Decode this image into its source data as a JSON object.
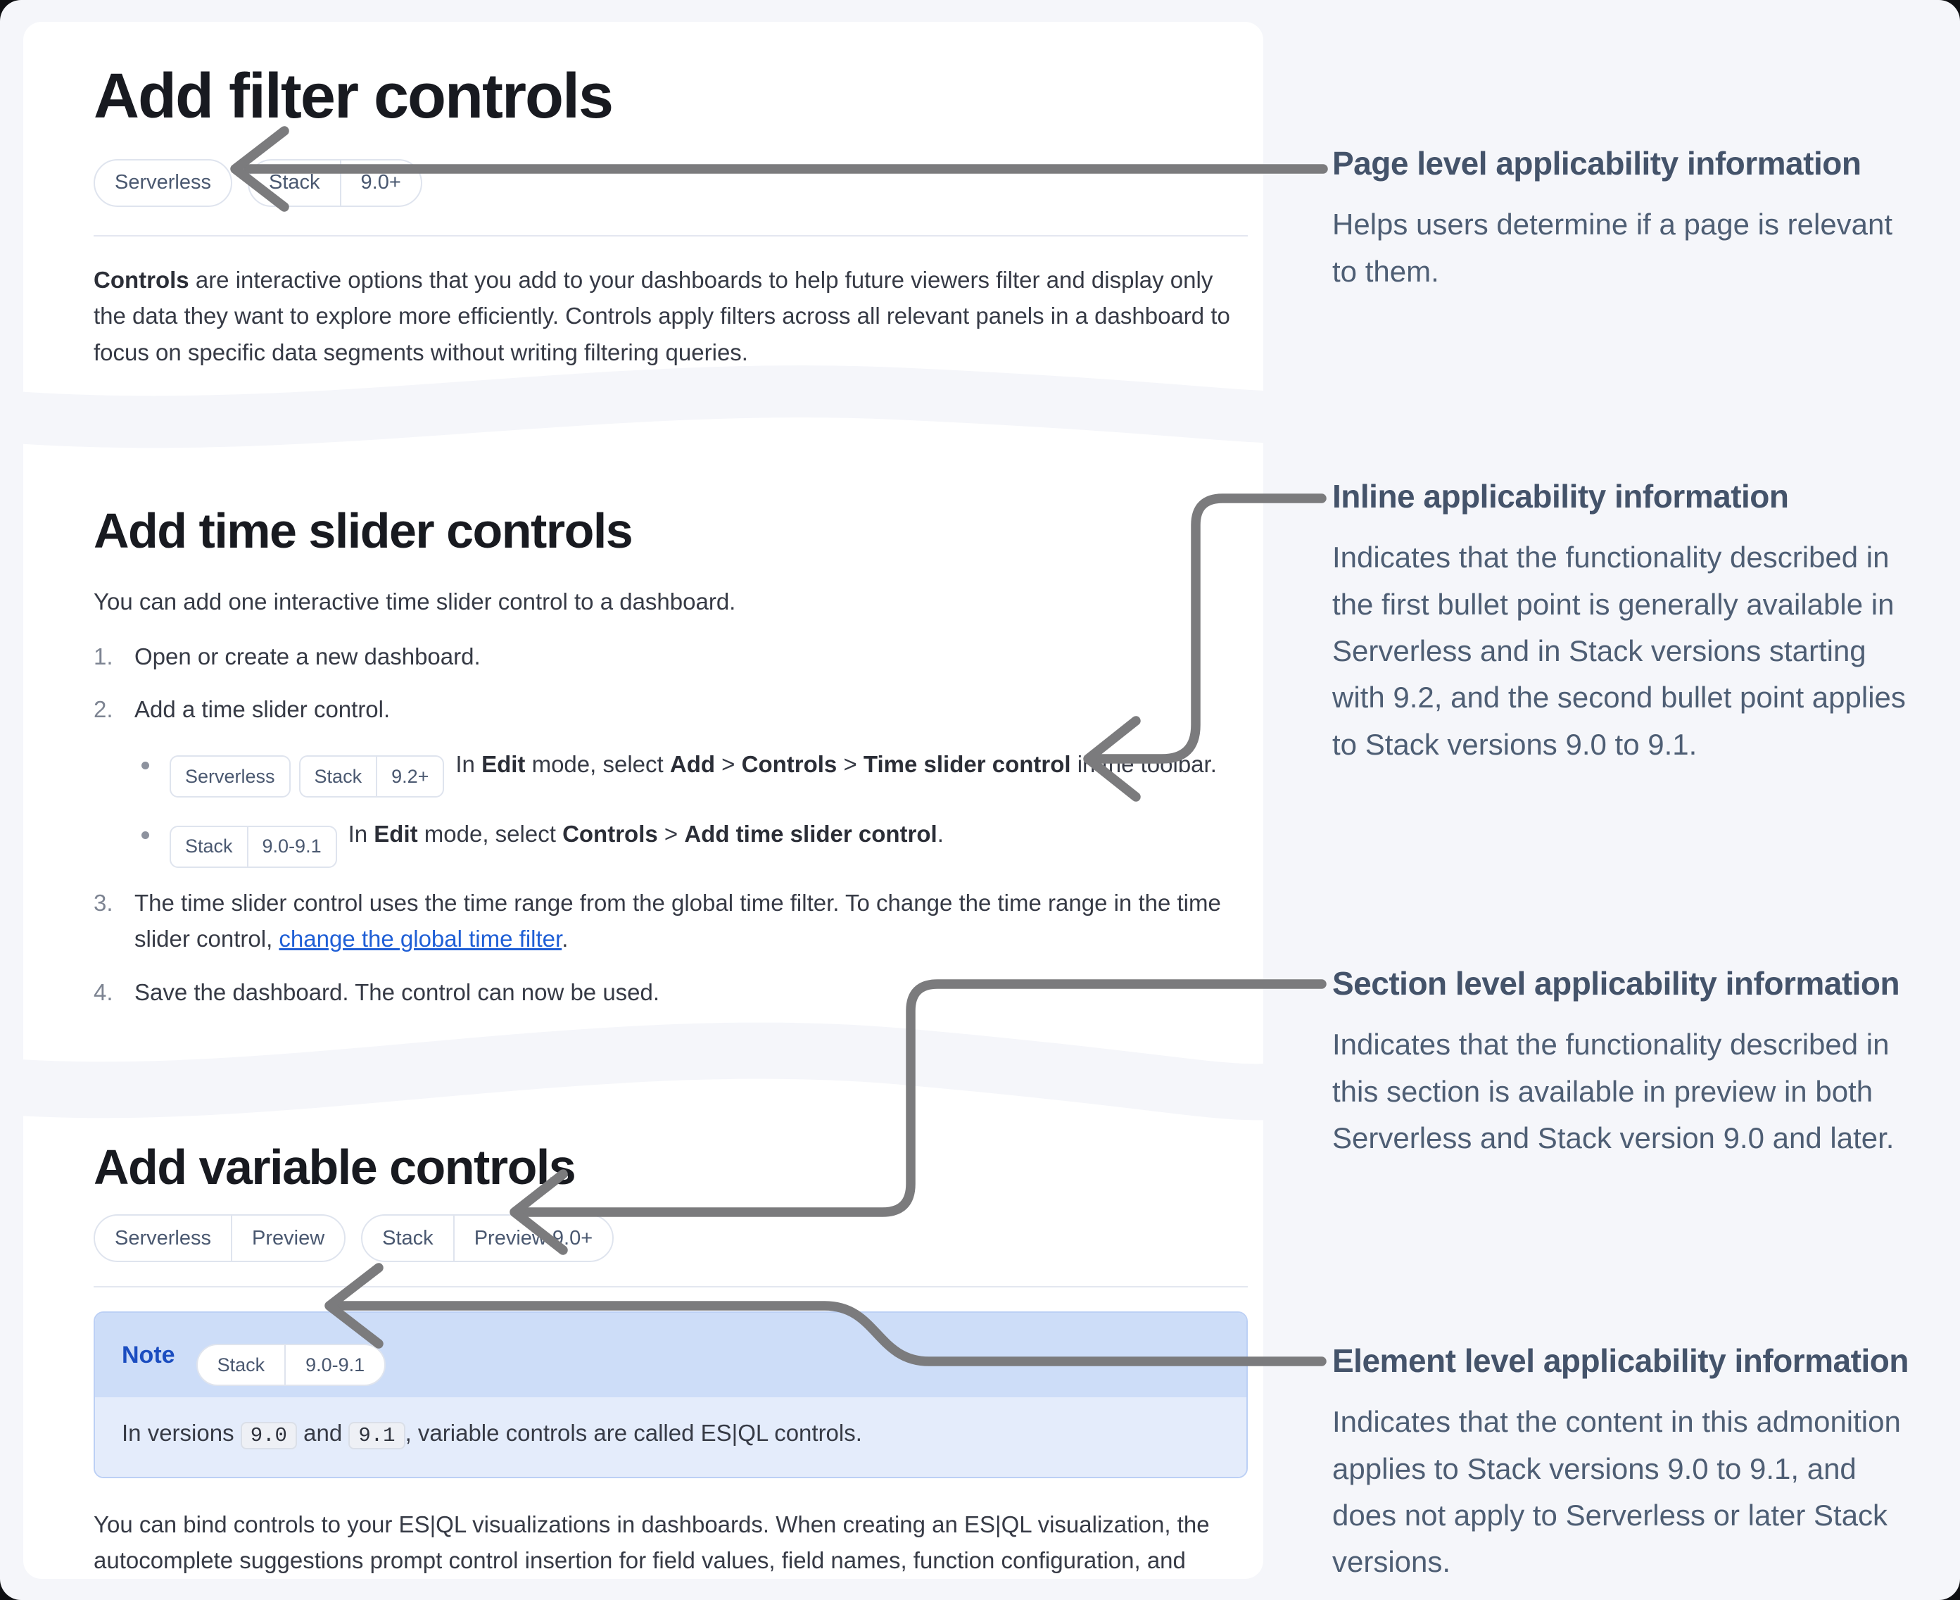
{
  "cards": {
    "filter": {
      "title": "Add filter controls",
      "badges": [
        {
          "segments": [
            "Serverless"
          ]
        },
        {
          "segments": [
            "Stack",
            "9.0+"
          ]
        }
      ],
      "paragraph": [
        {
          "t": "Controls",
          "b": true
        },
        {
          "t": " are interactive options that you add to your dashboards to help future viewers filter and display only the data they want to explore more efficiently. Controls apply filters across all relevant panels in a dashboard to focus on specific data segments without writing filtering queries."
        }
      ]
    },
    "time_slider": {
      "title": "Add time slider controls",
      "intro": "You can add one interactive time slider control to a dashboard.",
      "step_markers": [
        "1.",
        "2.",
        "3.",
        "4."
      ],
      "step1": [
        {
          "t": "Open or create a new dashboard."
        }
      ],
      "step2": [
        {
          "t": "Add a time slider control."
        }
      ],
      "step2_bullet1_badges": [
        {
          "segments": [
            "Serverless"
          ]
        },
        {
          "segments": [
            "Stack",
            "9.2+"
          ]
        }
      ],
      "step2_bullet1_text": [
        {
          "t": "In "
        },
        {
          "t": "Edit",
          "b": true
        },
        {
          "t": " mode, select "
        },
        {
          "t": "Add",
          "b": true
        },
        {
          "t": " > "
        },
        {
          "t": "Controls",
          "b": true
        },
        {
          "t": " > "
        },
        {
          "t": "Time slider control",
          "b": true
        },
        {
          "t": " in the toolbar."
        }
      ],
      "step2_bullet2_badges": [
        {
          "segments": [
            "Stack",
            "9.0-9.1"
          ]
        }
      ],
      "step2_bullet2_text": [
        {
          "t": "In "
        },
        {
          "t": "Edit",
          "b": true
        },
        {
          "t": " mode, select "
        },
        {
          "t": "Controls",
          "b": true
        },
        {
          "t": " > "
        },
        {
          "t": "Add time slider control",
          "b": true
        },
        {
          "t": "."
        }
      ],
      "step3": [
        {
          "t": "The time slider control uses the time range from the global time filter. To change the time range in the time slider control, "
        },
        {
          "t": "change the global time filter",
          "link": true
        },
        {
          "t": "."
        }
      ],
      "step4": [
        {
          "t": "Save the dashboard. The control can now be used."
        }
      ]
    },
    "variable": {
      "title": "Add variable controls",
      "badges": [
        {
          "segments": [
            "Serverless",
            "Preview"
          ]
        },
        {
          "segments": [
            "Stack",
            "Preview 9.0+"
          ]
        }
      ],
      "note": {
        "label": "Note",
        "badge": [
          {
            "segments": [
              "Stack",
              "9.0-9.1"
            ]
          }
        ],
        "body": [
          {
            "t": "In versions "
          },
          {
            "t": "9.0",
            "code": true
          },
          {
            "t": " and "
          },
          {
            "t": "9.1",
            "code": true
          },
          {
            "t": ", variable controls are called ES|QL controls."
          }
        ]
      },
      "paragraph": [
        {
          "t": "You can bind controls to your ES|QL visualizations in dashboards. When creating an ES|QL visualization, the autocomplete suggestions prompt control insertion for field values, field names, function configuration, and function names. ES|QL controls act as variables in your ES|QL visualization queries."
        }
      ]
    }
  },
  "annotations": [
    {
      "title": "Page level applicability information",
      "body": "Helps users determine if a page is relevant to them."
    },
    {
      "title": "Inline applicability information",
      "body": "Indicates that the functionality described in the first bullet point is generally available in Serverless and in Stack versions starting with 9.2, and the second bullet point applies to Stack versions 9.0 to 9.1."
    },
    {
      "title": "Section level applicability information",
      "body": "Indicates that the functionality described in this section is available in preview in both Serverless and Stack version 9.0 and later."
    },
    {
      "title": "Element level applicability information",
      "body": "Indicates that the content in this admonition applies to Stack versions 9.0 to 9.1, and does not apply to Serverless or later Stack versions."
    }
  ],
  "colors": {
    "background": "#f5f6fa",
    "card": "#ffffff",
    "heading": "#181a20",
    "body_text": "#363a45",
    "annotation_text": "#4e5e74",
    "badge_border": "#dfe4ee",
    "badge_text": "#4a5870",
    "link": "#1f5fd6",
    "note_header_bg": "#cdddf8",
    "note_body_bg": "#e4ecfb",
    "note_label": "#1b4dc0",
    "arrow": "#7b7b7d"
  }
}
